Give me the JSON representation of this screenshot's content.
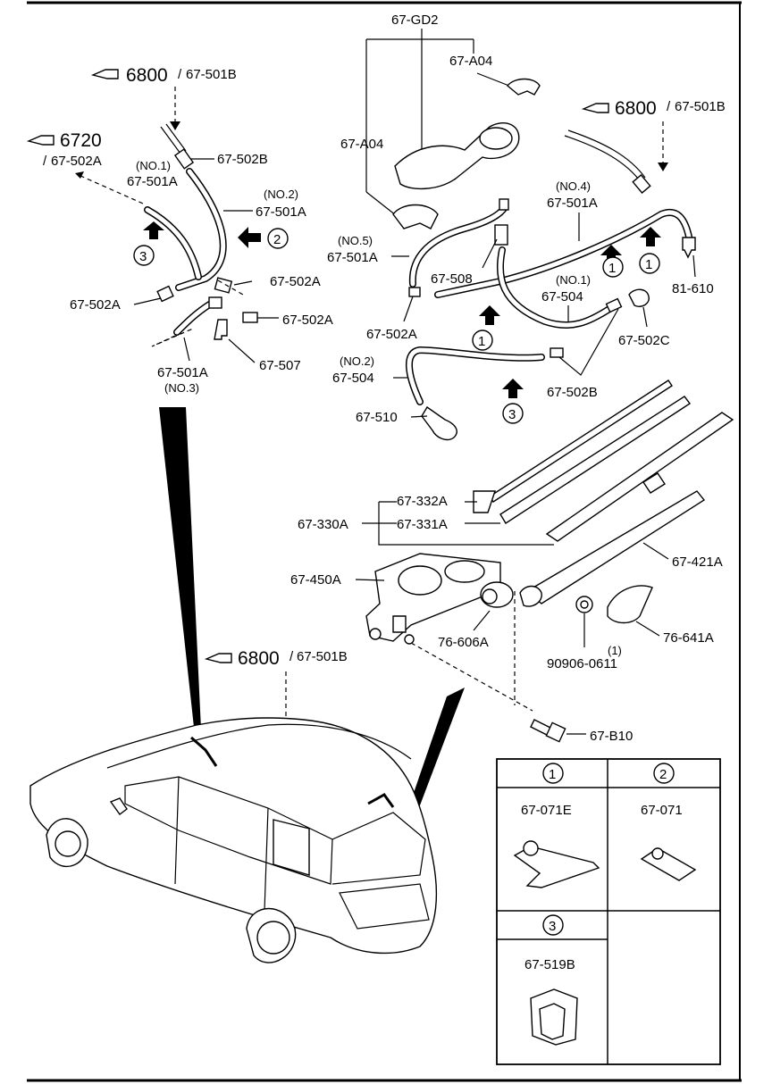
{
  "callouts": {
    "top_left_ref": {
      "page": "6800",
      "part": "67-501B"
    },
    "left_ref": {
      "page": "6720",
      "part": "67-502A"
    },
    "top_right_ref": {
      "page": "6800",
      "part": "67-501B"
    },
    "bottom_ref": {
      "page": "6800",
      "part": "67-501B"
    }
  },
  "labels": {
    "gd2": "67-GD2",
    "a04_top": "67-A04",
    "a04_left": "67-A04",
    "no1_a": "(NO.1)",
    "p501a_no1": "67-501A",
    "p502b_left": "67-502B",
    "no2_a": "(NO.2)",
    "p501a_no2": "67-501A",
    "p502a_l1": "67-502A",
    "p502a_l2": "67-502A",
    "p502a_l3": "67-502A",
    "p507": "67-507",
    "p501a_no3": "67-501A",
    "no3": "(NO.3)",
    "no4": "(NO.4)",
    "p501a_no4": "67-501A",
    "no5": "(NO.5)",
    "p501a_no5": "67-501A",
    "p508": "67-508",
    "no1_b": "(NO.1)",
    "p504_no1": "67-504",
    "p502a_r": "67-502A",
    "p502c": "67-502C",
    "p81610": "81-610",
    "no2_b": "(NO.2)",
    "p504_no2": "67-504",
    "p502b_r": "67-502B",
    "p510": "67-510",
    "p332a": "67-332A",
    "p330a": "67-330A",
    "p331a": "67-331A",
    "p421a": "67-421A",
    "p450a": "67-450A",
    "p606a": "76-606A",
    "p641a": "76-641A",
    "qty": "(1)",
    "p90906": "90906-0611",
    "pb10": "67-B10"
  },
  "circle_numbers": {
    "left_3": "3",
    "left_2": "2",
    "r1a": "1",
    "r1b": "1",
    "r1c": "1",
    "r3": "3"
  },
  "legend": {
    "cells": [
      {
        "num": "1",
        "part": "67-071E"
      },
      {
        "num": "2",
        "part": "67-071"
      },
      {
        "num": "3",
        "part": "67-519B"
      }
    ]
  },
  "colors": {
    "ink": "#000000",
    "paper": "#ffffff"
  }
}
